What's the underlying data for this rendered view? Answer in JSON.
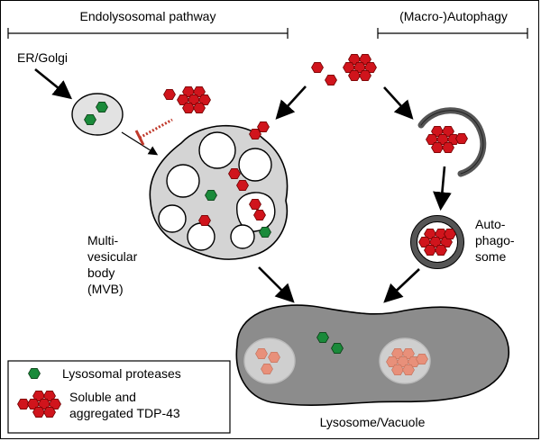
{
  "headers": {
    "endolysosomal": "Endolysosomal pathway",
    "autophagy": "(Macro-)Autophagy"
  },
  "labels": {
    "er_golgi": "ER/Golgi",
    "mvb_lines": [
      "Multi-",
      "vesicular",
      "body",
      "(MVB)"
    ],
    "autophagosome_lines": [
      "Auto-",
      "phago-",
      "some"
    ],
    "lysosome": "Lysosome/Vacuole"
  },
  "legend": {
    "proteases": "Lysosomal proteases",
    "tdp43_lines": [
      "Soluble and",
      "aggregated TDP-43"
    ]
  },
  "colors": {
    "protease_green": "#1a8a3a",
    "tdp_red": "#d0141c",
    "faded_tdp": "#e8907a",
    "mvb_fill": "#d4d4d4",
    "lysosome_fill": "#8c8c8c",
    "inhibit": "#c0392b"
  }
}
